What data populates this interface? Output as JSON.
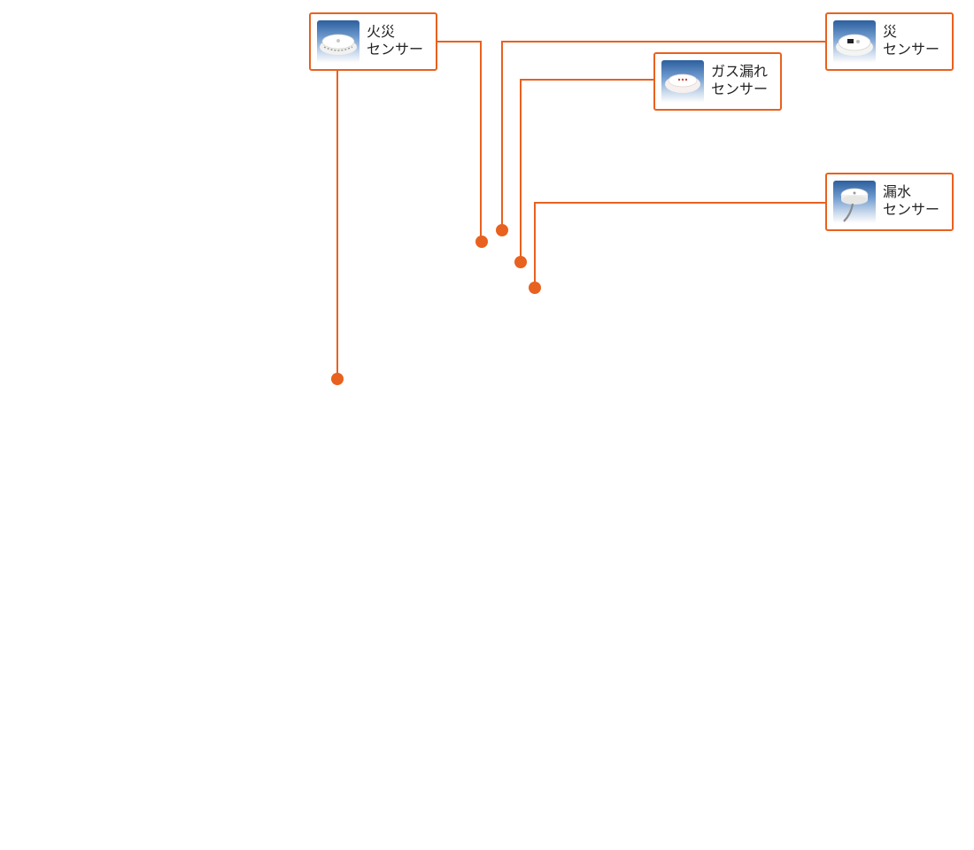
{
  "accent_color": "#e8611f",
  "sensors": [
    {
      "id": "fire-1",
      "icon": "smoke-detector-icon",
      "line1": "火災",
      "line2": "センサー"
    },
    {
      "id": "fire-2",
      "icon": "heat-detector-icon",
      "line1": "災",
      "line2": "センサー"
    },
    {
      "id": "gas",
      "icon": "gas-detector-icon",
      "line1": "ガス漏れ",
      "line2": "センサー"
    },
    {
      "id": "water",
      "icon": "water-leak-sensor-icon",
      "line1": "漏水",
      "line2": "センサー"
    }
  ]
}
